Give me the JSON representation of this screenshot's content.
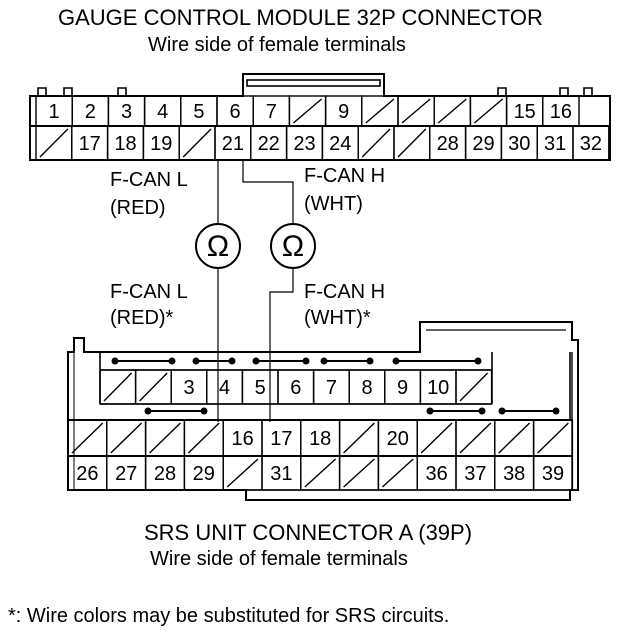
{
  "gauge": {
    "title": "GAUGE CONTROL MODULE 32P CONNECTOR",
    "subtitle": "Wire side of female terminals",
    "row1": [
      "1",
      "2",
      "3",
      "4",
      "5",
      "6",
      "7",
      "",
      "9",
      "",
      "",
      "",
      "",
      "15",
      "16"
    ],
    "row2": [
      "",
      "17",
      "18",
      "19",
      "",
      "21",
      "22",
      "23",
      "24",
      "",
      "",
      "28",
      "29",
      "30",
      "31",
      "32"
    ]
  },
  "labels": {
    "fcan_l_top": "F-CAN L",
    "red_top": "(RED)",
    "fcan_h_top": "F-CAN H",
    "wht_top": "(WHT)",
    "fcan_l_bottom": "F-CAN L",
    "red_bottom": "(RED)*",
    "fcan_h_bottom": "F-CAN H",
    "wht_bottom": "(WHT)*",
    "ohm": "Ω"
  },
  "srs": {
    "title": "SRS UNIT CONNECTOR A (39P)",
    "subtitle": "Wire side of female terminals",
    "row1": [
      "",
      "",
      "3",
      "4",
      "5",
      "6",
      "7",
      "8",
      "9",
      "10",
      ""
    ],
    "row2": [
      "",
      "",
      "",
      "",
      "16",
      "17",
      "18",
      "",
      "20",
      "",
      "",
      "",
      ""
    ],
    "row3": [
      "26",
      "27",
      "28",
      "29",
      "",
      "31",
      "",
      "",
      "",
      "36",
      "37",
      "38",
      "39"
    ]
  },
  "footnote": "*: Wire colors may be substituted for SRS circuits."
}
